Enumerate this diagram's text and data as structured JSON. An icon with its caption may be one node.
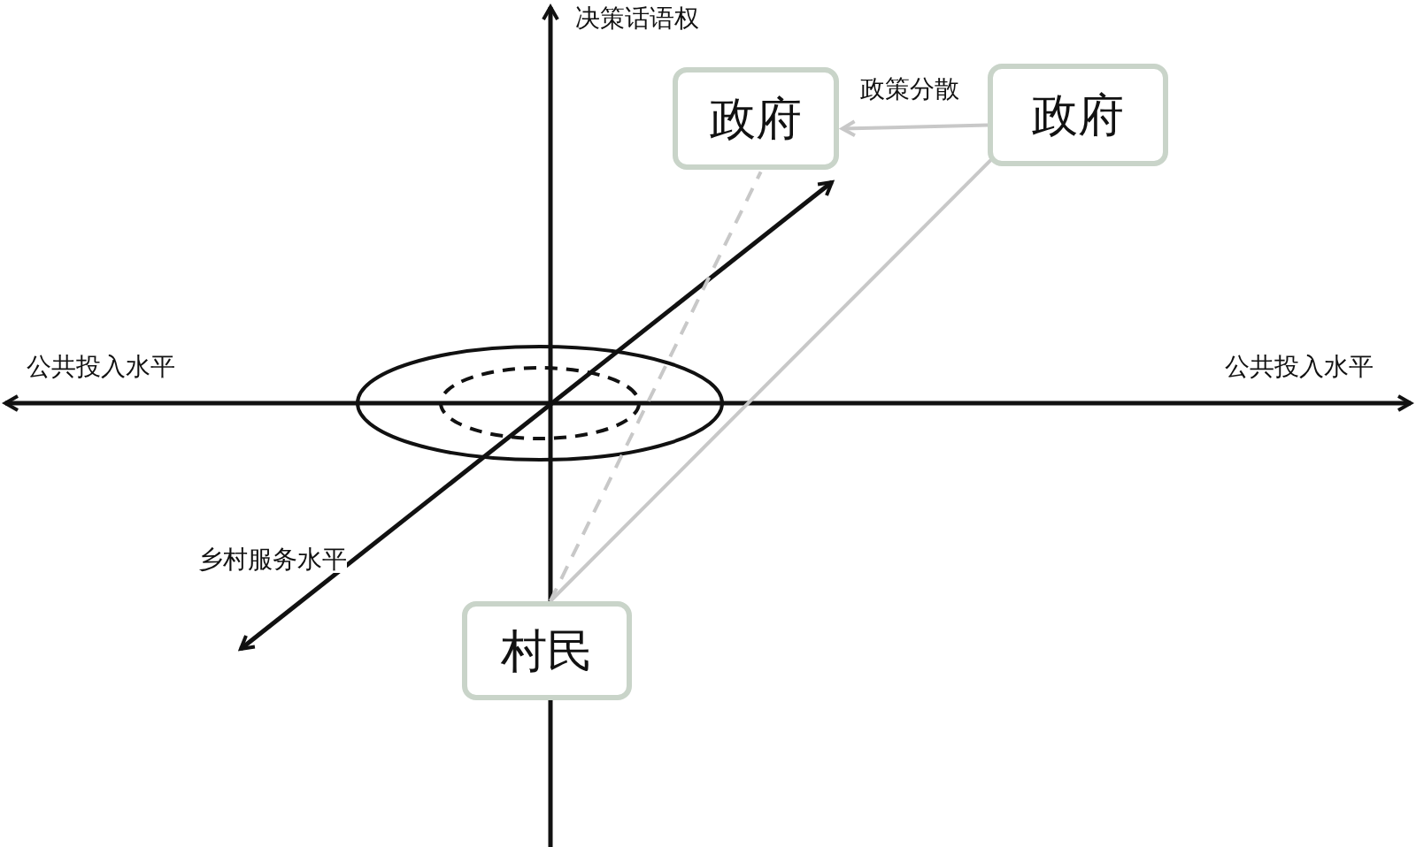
{
  "diagram": {
    "nodes": [
      {
        "text": [
          "政府"
        ]
      },
      {
        "text": [
          "政府"
        ]
      },
      {
        "text": [
          "村民"
        ]
      }
    ],
    "edges": [
      {
        "from": 1,
        "to": 0,
        "arrow": "to",
        "label": "政策分散"
      },
      {
        "from": 2,
        "to": 0,
        "arrow": "none",
        "style": "dashed"
      },
      {
        "from": 2,
        "to": 1,
        "arrow": "none"
      }
    ],
    "labels": [
      "决策话语权",
      "公共投入水平",
      "公共投入水平",
      "乡村服务水平"
    ]
  }
}
